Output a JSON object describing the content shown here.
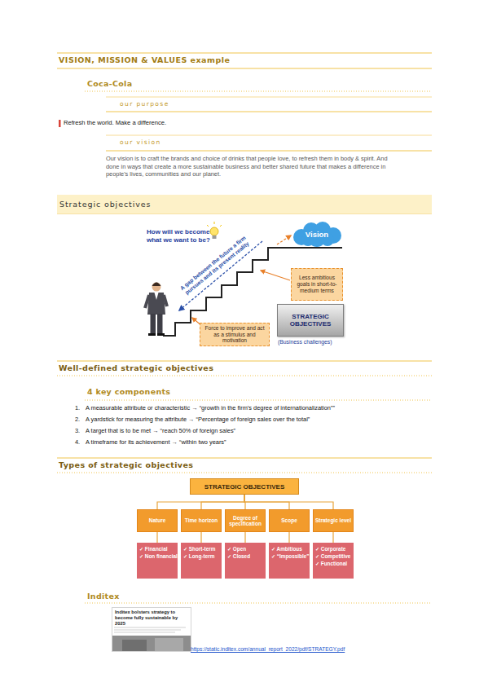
{
  "diagram": {
    "title": "VISION, MISSION & VALUES example",
    "nodes": [
      {
        "text": [
          "Strategic objectives"
        ]
      },
      {
        "text": [
          "Vision"
        ]
      },
      {
        "text": [
          "Less ambitious goals in short-to-medium terms"
        ]
      },
      {
        "text": [
          "STRATEGIC OBJECTIVES",
          "(Business challenges)"
        ]
      },
      {
        "text": [
          "Force to improve and act as a stimulus and motivation"
        ]
      },
      {
        "text": [
          "STRATEGIC OBJECTIVES"
        ]
      },
      {
        "text": [
          "Nature"
        ]
      },
      {
        "text": [
          "Time horizon"
        ]
      },
      {
        "text": [
          "Degree of specification"
        ]
      },
      {
        "text": [
          "Scope"
        ]
      },
      {
        "text": [
          "Strategic level"
        ]
      },
      {
        "text": [
          "✓ Financial",
          "✓ Non financial"
        ]
      },
      {
        "text": [
          "✓ Short-term",
          "✓ Long-term"
        ]
      },
      {
        "text": [
          "✓ Open",
          "✓ Closed"
        ]
      },
      {
        "text": [
          "✓ Ambitious",
          "✓ “Impossible”"
        ]
      },
      {
        "text": [
          "✓ Corporate",
          "✓ Competitive",
          "✓ Functional"
        ]
      },
      {
        "text": [
          "Inditex bolsters strategy to become fully sustainable by 2025"
        ]
      }
    ],
    "edges": [
      {
        "from": 5,
        "to": 6,
        "arrow": "none"
      },
      {
        "from": 5,
        "to": 7,
        "arrow": "none"
      },
      {
        "from": 5,
        "to": 8,
        "arrow": "none"
      },
      {
        "from": 5,
        "to": 9,
        "arrow": "none"
      },
      {
        "from": 5,
        "to": 10,
        "arrow": "none"
      },
      {
        "from": 6,
        "to": 11,
        "arrow": "none"
      },
      {
        "from": 7,
        "to": 12,
        "arrow": "none"
      },
      {
        "from": 8,
        "to": 13,
        "arrow": "none"
      },
      {
        "from": 9,
        "to": 14,
        "arrow": "none"
      },
      {
        "from": 10,
        "to": 15,
        "arrow": "none"
      }
    ],
    "labels": [
      "Coca-Cola",
      "our purpose",
      "Refresh the world. Make a difference.",
      "our vision",
      "Our vision is to craft the brands and choice of drinks that people love, to refresh them in body & spirit. And done in ways that create a more sustainable business and better shared future that makes a difference in people's lives, communities and our planet.",
      "How will we become what we want to be?",
      "A gap between the future a firm pursues and its present reality",
      "Well-defined strategic objectives",
      "4 key components",
      "1.",
      "A measurable attribute or characteristic → “growth in the firm’s degree of internationalization””",
      "2.",
      "A yardstick for measuring the attribute → “Percentage of foreign sales over the total”",
      "3.",
      "A target that is to be met → “reach 50% of foreign sales”",
      "4.",
      "A timeframe for its achievement → “within two years”",
      "Types of strategic objectives",
      "Inditex",
      "https://static.inditex.com/annual_report_2022/pdf/STRATEGY.pdf"
    ]
  }
}
